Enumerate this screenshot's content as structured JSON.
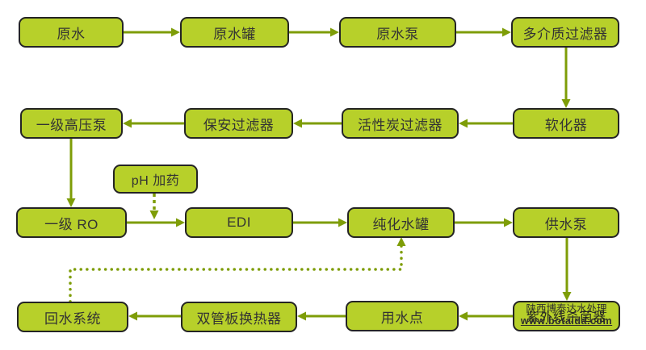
{
  "diagram": {
    "type": "flowchart",
    "subject": "water-treatment-process",
    "colors": {
      "node_fill": "#b7d02a",
      "node_border": "#242424",
      "arrow": "#7e9d07",
      "text": "#333333",
      "background": "#ffffff"
    },
    "nodes": [
      {
        "id": "raw-water",
        "label": "原水"
      },
      {
        "id": "raw-water-tank",
        "label": "原水罐"
      },
      {
        "id": "raw-water-pump",
        "label": "原水泵"
      },
      {
        "id": "multimedia-filter",
        "label": "多介质过滤器"
      },
      {
        "id": "softener",
        "label": "软化器"
      },
      {
        "id": "activated-carbon-filter",
        "label": "活性炭过滤器"
      },
      {
        "id": "security-filter",
        "label": "保安过滤器"
      },
      {
        "id": "first-stage-hp-pump",
        "label": "一级高压泵"
      },
      {
        "id": "ph-dosing",
        "label": "pH 加药"
      },
      {
        "id": "first-stage-ro",
        "label": "一级 RO"
      },
      {
        "id": "edi",
        "label": "EDI"
      },
      {
        "id": "purified-water-tank",
        "label": "纯化水罐"
      },
      {
        "id": "supply-pump",
        "label": "供水泵"
      },
      {
        "id": "return-water-system",
        "label": "回水系统"
      },
      {
        "id": "double-tubesheet-heat-exchanger",
        "label": "双管板换热器"
      },
      {
        "id": "point-of-use",
        "label": "用水点"
      },
      {
        "id": "uv-sterilizer",
        "label": "紫外线杀菌器"
      }
    ],
    "watermark": {
      "line1": "陕西博泰达水处理",
      "line2": "www.botaida.com"
    },
    "edges": [
      {
        "from": "raw-water",
        "to": "raw-water-tank",
        "style": "solid"
      },
      {
        "from": "raw-water-tank",
        "to": "raw-water-pump",
        "style": "solid"
      },
      {
        "from": "raw-water-pump",
        "to": "multimedia-filter",
        "style": "solid"
      },
      {
        "from": "multimedia-filter",
        "to": "softener",
        "style": "solid"
      },
      {
        "from": "softener",
        "to": "activated-carbon-filter",
        "style": "solid"
      },
      {
        "from": "activated-carbon-filter",
        "to": "security-filter",
        "style": "solid"
      },
      {
        "from": "security-filter",
        "to": "first-stage-hp-pump",
        "style": "solid"
      },
      {
        "from": "first-stage-hp-pump",
        "to": "first-stage-ro",
        "style": "solid"
      },
      {
        "from": "first-stage-ro",
        "to": "edi",
        "style": "solid"
      },
      {
        "from": "ph-dosing",
        "to": "first-stage-ro-edi-line",
        "style": "dotted"
      },
      {
        "from": "edi",
        "to": "purified-water-tank",
        "style": "solid"
      },
      {
        "from": "purified-water-tank",
        "to": "supply-pump",
        "style": "solid"
      },
      {
        "from": "supply-pump",
        "to": "uv-sterilizer",
        "style": "solid"
      },
      {
        "from": "uv-sterilizer",
        "to": "point-of-use",
        "style": "solid"
      },
      {
        "from": "point-of-use",
        "to": "double-tubesheet-heat-exchanger",
        "style": "solid"
      },
      {
        "from": "double-tubesheet-heat-exchanger",
        "to": "return-water-system",
        "style": "solid"
      },
      {
        "from": "return-water-system",
        "to": "purified-water-tank",
        "style": "dotted"
      }
    ]
  }
}
